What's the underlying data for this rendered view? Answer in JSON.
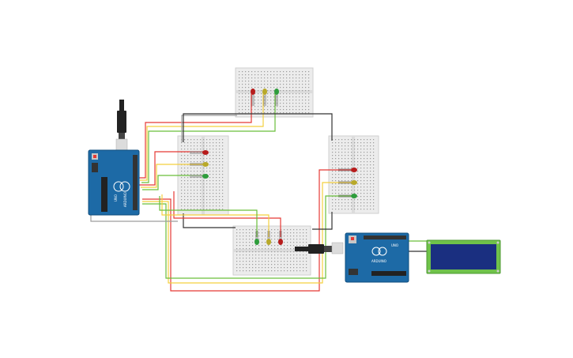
{
  "circuit": {
    "arduino_left": {
      "board_label": "UNO",
      "brand_label": "ARDUINO"
    },
    "arduino_right": {
      "board_label": "UNO",
      "brand_label": "ARDUINO"
    },
    "lcd": {
      "type": "16x2 LCD"
    }
  },
  "colors": {
    "wire_red": "#e53935",
    "wire_yellow": "#f4d03f",
    "wire_green": "#6abf3b",
    "wire_black": "#333333",
    "wire_gray": "#9e9e9e",
    "arduino_blue": "#1d6aa6",
    "breadboard": "#ececec",
    "lcd_green": "#6fc24a",
    "lcd_screen": "#1a2f80"
  }
}
